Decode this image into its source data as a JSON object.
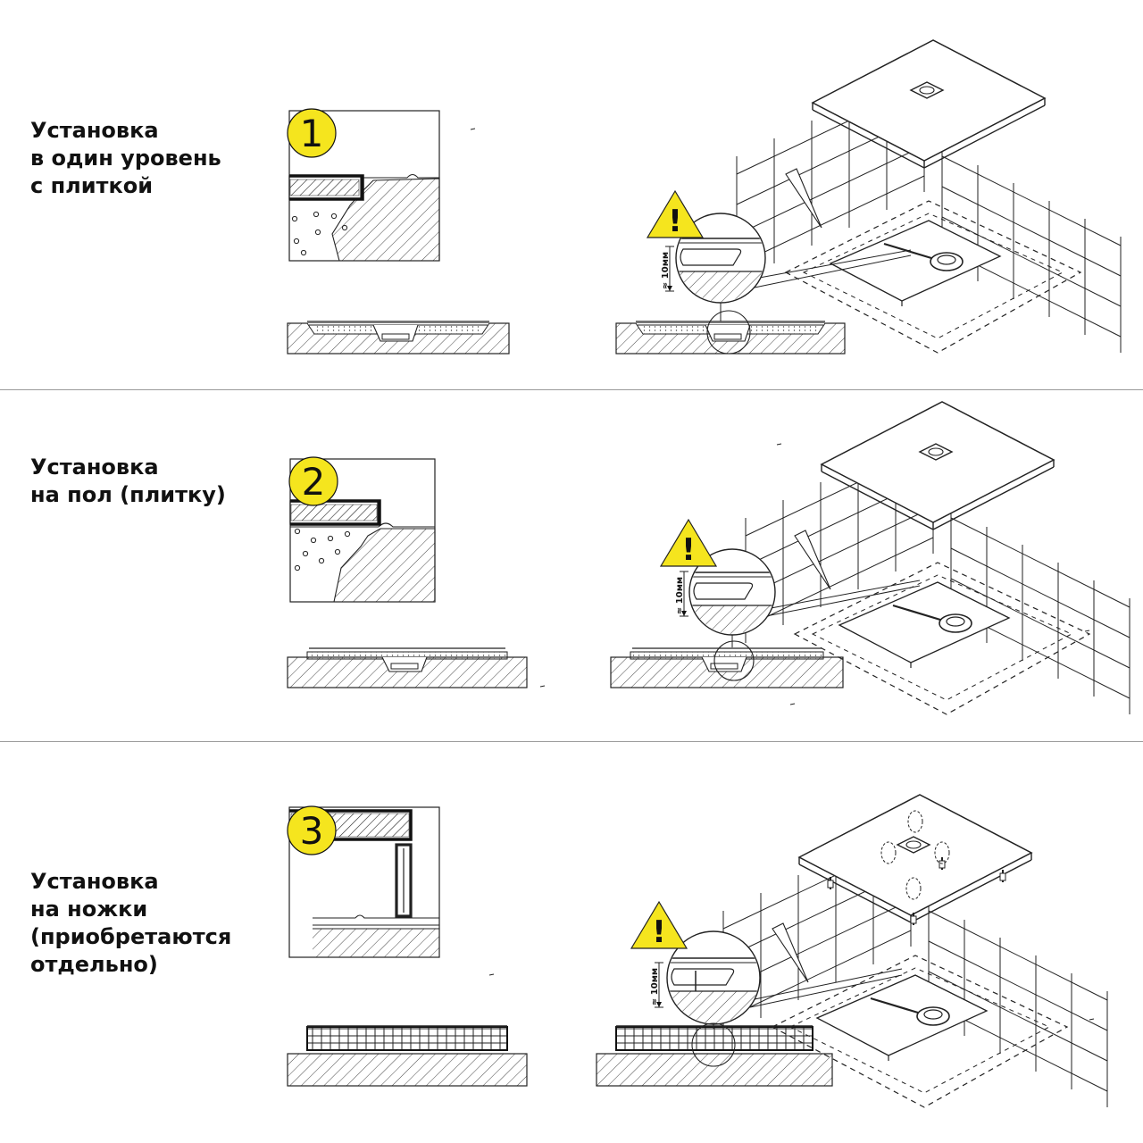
{
  "sections": [
    {
      "number": "1",
      "caption": [
        "Установка",
        "в один уровень",
        "с плиткой"
      ],
      "gap_label": "≈ 10мм",
      "warning_symbol": "!"
    },
    {
      "number": "2",
      "caption": [
        "Установка",
        "на пол (плитку)"
      ],
      "gap_label": "≈ 10мм",
      "warning_symbol": "!"
    },
    {
      "number": "3",
      "caption": [
        "Установка",
        "на ножки",
        "(приобретаются",
        "отдельно)"
      ],
      "gap_label": "≈ 10мм",
      "warning_symbol": "!"
    }
  ],
  "colors": {
    "badge": "#f5e51e",
    "warning": "#f5e51e",
    "line": "#222222",
    "divider": "#9a9a9a"
  },
  "icons": [
    "number-badge",
    "warning-triangle-icon",
    "drain-icon",
    "hatch-pattern"
  ]
}
